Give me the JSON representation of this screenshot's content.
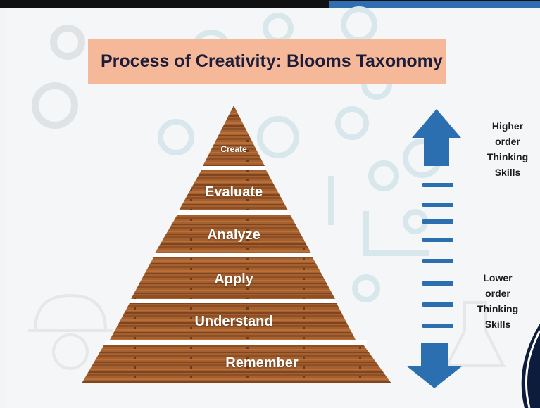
{
  "slide": {
    "title": "Process of Creativity: Blooms Taxonomy",
    "pyramid_levels": [
      {
        "label": "Create"
      },
      {
        "label": "Evaluate"
      },
      {
        "label": "Analyze"
      },
      {
        "label": "Apply"
      },
      {
        "label": "Understand"
      },
      {
        "label": "Remember"
      }
    ],
    "higher_label": [
      "Higher",
      "order",
      "Thinking",
      "Skills"
    ],
    "lower_label": [
      "Lower",
      "order",
      "Thinking",
      "Skills"
    ],
    "colors": {
      "title_bg": "#f5b99a",
      "arrow_blue": "#2c6fb0",
      "wood": "#a4602f",
      "window_accent": "#2f6fb1"
    },
    "icons": [
      "gear-icon",
      "hardhat-icon",
      "lab-flask-icon"
    ]
  }
}
